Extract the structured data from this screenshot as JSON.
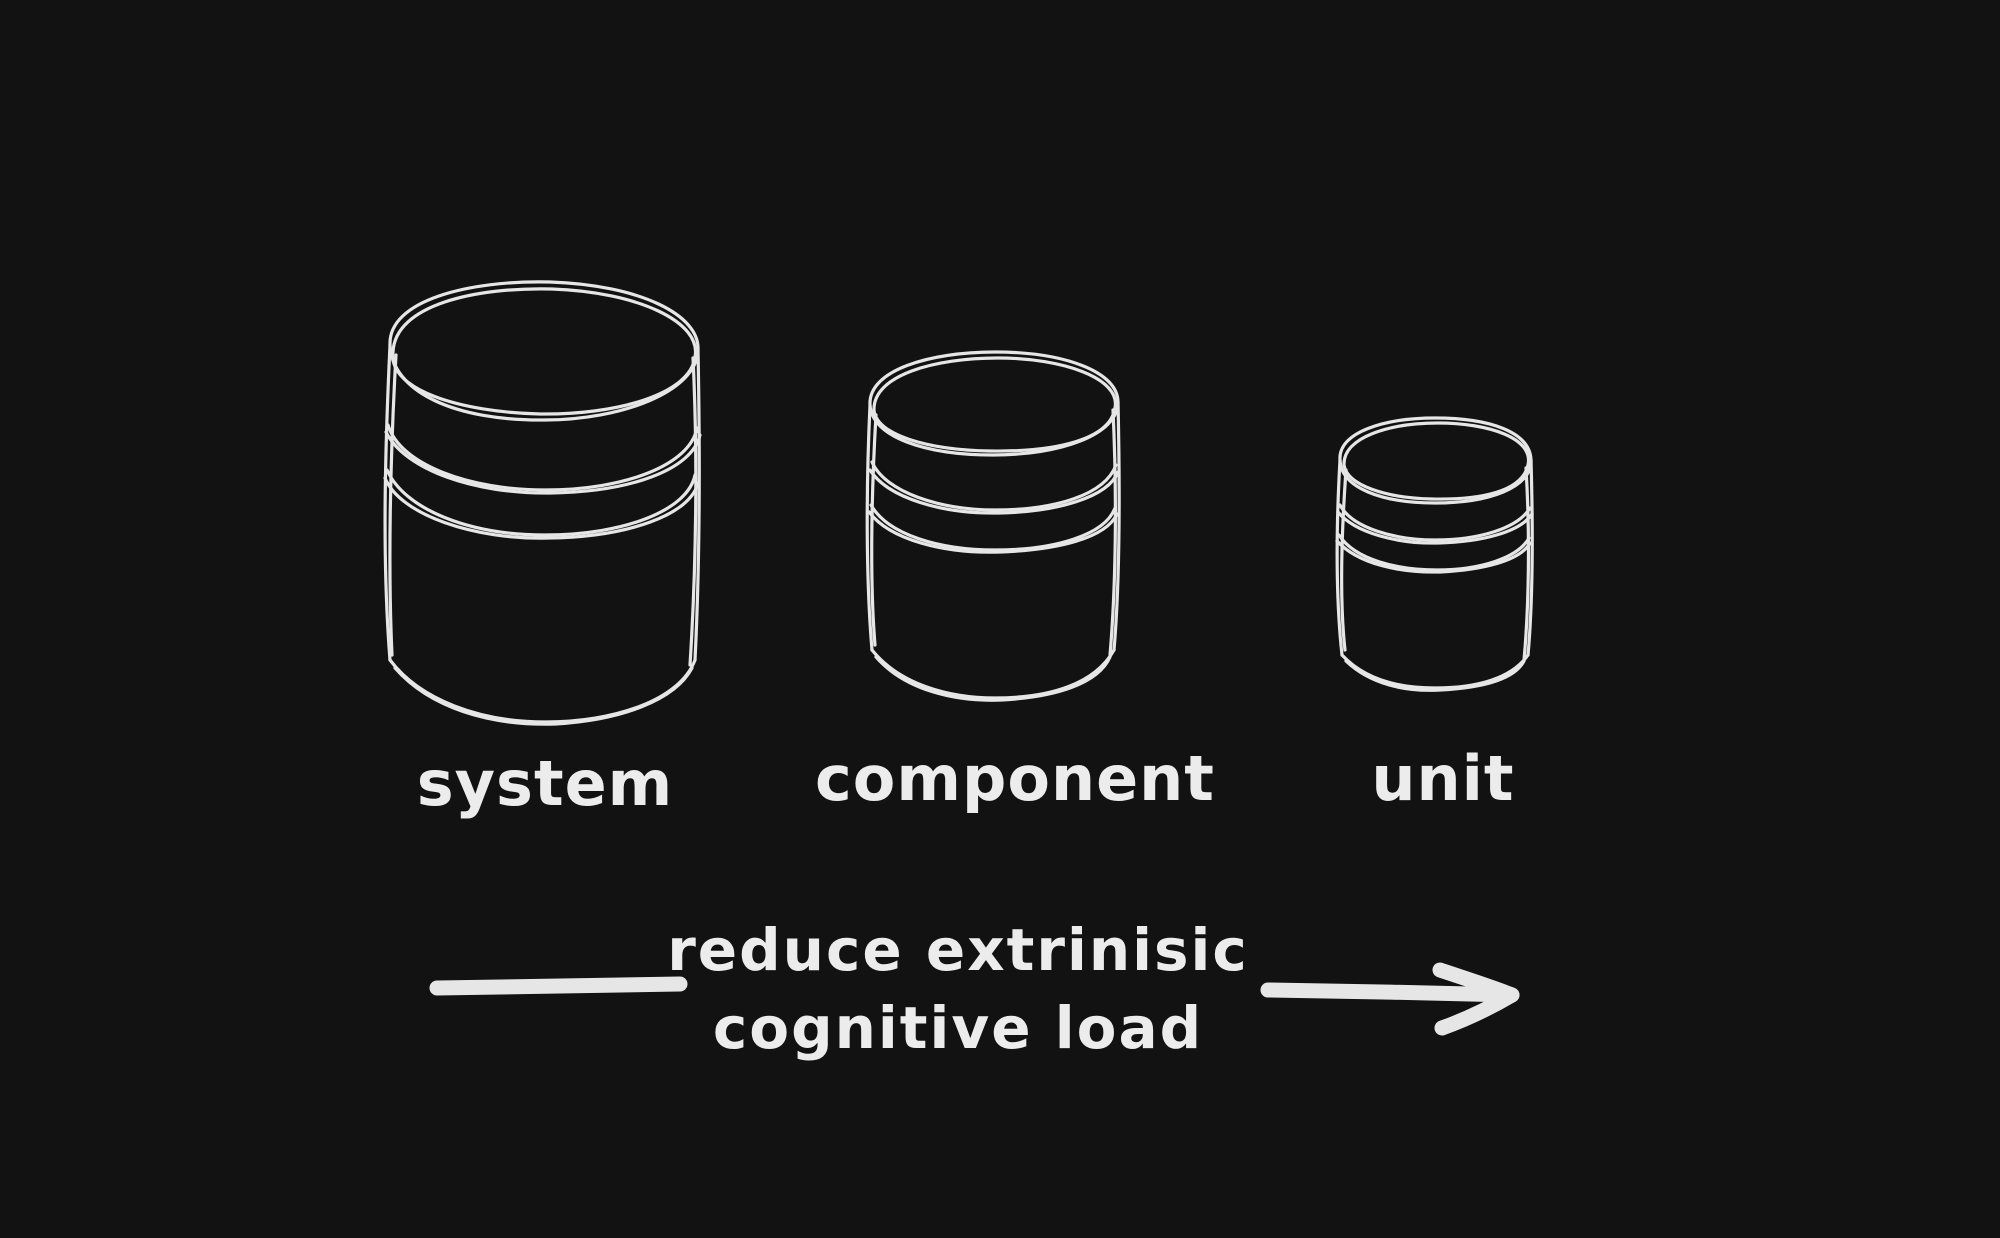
{
  "colors": {
    "background": "#121212",
    "stroke": "#e6e6e6"
  },
  "cylinders": [
    {
      "id": "system",
      "label": "system"
    },
    {
      "id": "component",
      "label": "component"
    },
    {
      "id": "unit",
      "label": "unit"
    }
  ],
  "arrow": {
    "caption_line1": "reduce extrinisic",
    "caption_line2": "cognitive load",
    "direction": "right"
  }
}
